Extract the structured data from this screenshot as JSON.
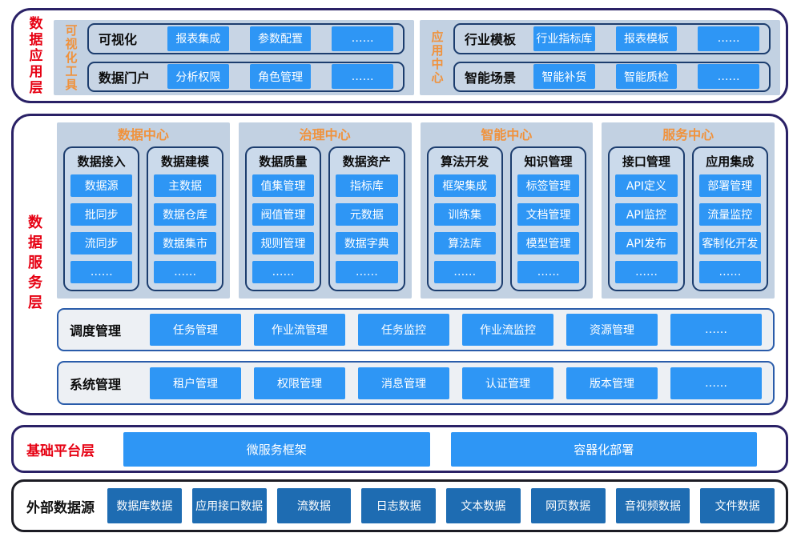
{
  "colors": {
    "accent_blue": "#2e96f5",
    "source_blue": "#1e6cb2",
    "panel_bg": "#c2d1e2",
    "group_bg": "#cbdaeb",
    "mgmt_bg": "#edf0f4",
    "layer_border": "#2a2166",
    "inner_border": "#1c3d6e",
    "orange": "#f0923c",
    "red": "#e60012"
  },
  "layers": {
    "application": {
      "label": "数据应用层",
      "panels": [
        {
          "label": "可视化工具",
          "rows": [
            {
              "label": "可视化",
              "items": [
                "报表集成",
                "参数配置",
                "……"
              ]
            },
            {
              "label": "数据门户",
              "items": [
                "分析权限",
                "角色管理",
                "……"
              ]
            }
          ]
        },
        {
          "label": "应用中心",
          "rows": [
            {
              "label": "行业模板",
              "items": [
                "行业指标库",
                "报表模板",
                "……"
              ]
            },
            {
              "label": "智能场景",
              "items": [
                "智能补货",
                "智能质检",
                "……"
              ]
            }
          ]
        }
      ]
    },
    "service": {
      "label": "数据服务层",
      "centers": [
        {
          "title": "数据中心",
          "groups": [
            {
              "header": "数据接入",
              "items": [
                "数据源",
                "批同步",
                "流同步",
                "……"
              ]
            },
            {
              "header": "数据建模",
              "items": [
                "主数据",
                "数据仓库",
                "数据集市",
                "……"
              ]
            }
          ]
        },
        {
          "title": "治理中心",
          "groups": [
            {
              "header": "数据质量",
              "items": [
                "值集管理",
                "阀值管理",
                "规则管理",
                "……"
              ]
            },
            {
              "header": "数据资产",
              "items": [
                "指标库",
                "元数据",
                "数据字典",
                "……"
              ]
            }
          ]
        },
        {
          "title": "智能中心",
          "groups": [
            {
              "header": "算法开发",
              "items": [
                "框架集成",
                "训练集",
                "算法库",
                "……"
              ]
            },
            {
              "header": "知识管理",
              "items": [
                "标签管理",
                "文档管理",
                "模型管理",
                "……"
              ]
            }
          ]
        },
        {
          "title": "服务中心",
          "groups": [
            {
              "header": "接口管理",
              "items": [
                "API定义",
                "API监控",
                "API发布",
                "……"
              ]
            },
            {
              "header": "应用集成",
              "items": [
                "部署管理",
                "流量监控",
                "客制化开发",
                "……"
              ]
            }
          ]
        }
      ],
      "rows": [
        {
          "label": "调度管理",
          "items": [
            "任务管理",
            "作业流管理",
            "任务监控",
            "作业流监控",
            "资源管理",
            "……"
          ]
        },
        {
          "label": "系统管理",
          "items": [
            "租户管理",
            "权限管理",
            "消息管理",
            "认证管理",
            "版本管理",
            "……"
          ]
        }
      ]
    },
    "platform": {
      "label": "基础平台层",
      "items": [
        "微服务框架",
        "容器化部署"
      ]
    },
    "sources": {
      "label": "外部数据源",
      "items": [
        "数据库数据",
        "应用接口数据",
        "流数据",
        "日志数据",
        "文本数据",
        "网页数据",
        "音视频数据",
        "文件数据"
      ]
    }
  }
}
